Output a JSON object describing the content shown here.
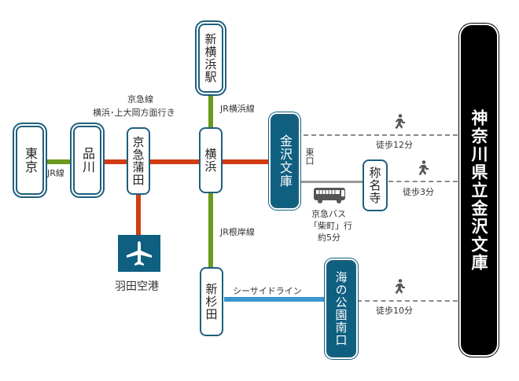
{
  "title": "神奈川県立金沢文庫 アクセスマップ",
  "destination": {
    "label": "神奈川県立金沢文庫"
  },
  "stations": {
    "tokyo": "東京",
    "shinagawa": "品川",
    "keikyu_kamata": "京急蒲田",
    "shin_yokohama": "新横浜駅",
    "yokohama": "横浜",
    "kanazawa_bunko": "金沢文庫",
    "shomyoji": "称名寺",
    "shin_sugita": "新杉田",
    "uminokoen_minamiguchi": "海の公園南口"
  },
  "airport": {
    "label": "羽田空港",
    "icon": "airplane-icon"
  },
  "lines": {
    "jr_line": "JR線",
    "keikyu_line": "京急線",
    "keikyu_direction": "横浜･上大岡方面行き",
    "jr_yokohama_line": "JR横浜線",
    "jr_negishi_line": "JR根岸線",
    "seaside_line": "シーサイドライン"
  },
  "colors": {
    "jr": "#6a9a1f",
    "keikyu": "#d23c12",
    "seaside": "#3a96cf",
    "bus_road": "#999999",
    "station_dark": "#0f5f80"
  },
  "exit": {
    "label": "東口"
  },
  "bus": {
    "line1": "京急バス",
    "line2": "「柴町」行",
    "line3": "約5分",
    "icon": "bus-icon"
  },
  "walks": [
    {
      "label": "徒歩12分",
      "icon": "walking-person-icon"
    },
    {
      "label": "徒歩3分",
      "icon": "walking-person-icon"
    },
    {
      "label": "徒歩10分",
      "icon": "walking-person-icon"
    }
  ]
}
